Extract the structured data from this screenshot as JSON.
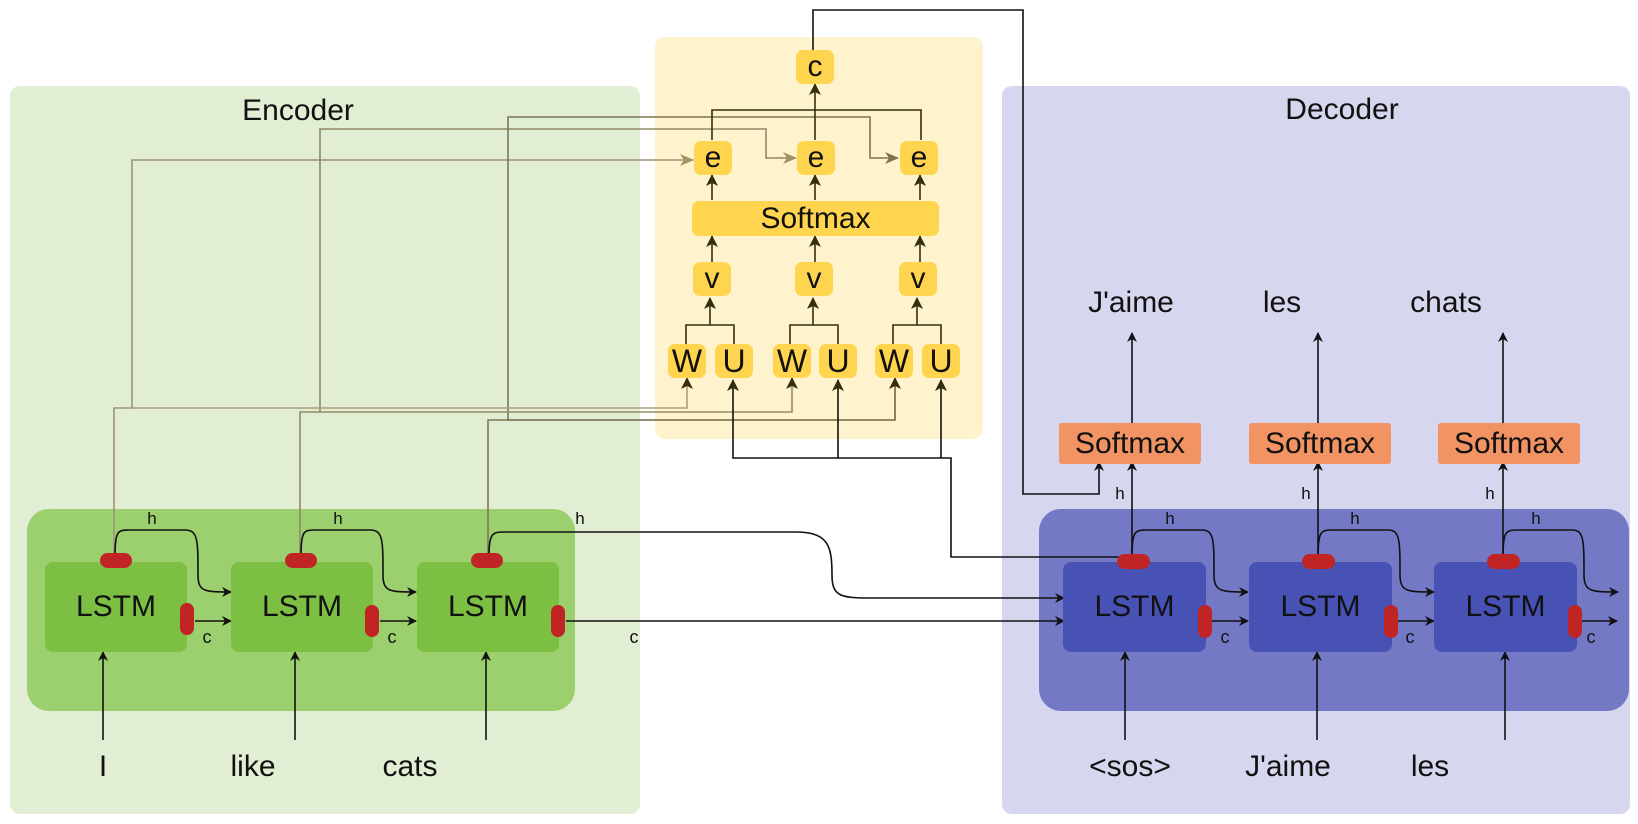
{
  "colors": {
    "encoder_bg": "#e1eed4",
    "encoder_inner": "#9ccf6d",
    "encoder_cell": "#7cbf43",
    "attention_bg": "#fef3cc",
    "attention_node": "#ffd54f",
    "decoder_bg": "#d6d6ee",
    "decoder_inner": "#7479c6",
    "decoder_cell": "#4852b4",
    "softmax_out": "#f29363",
    "gate": "#c12424"
  },
  "encoder": {
    "title": "Encoder",
    "cells": [
      {
        "label": "LSTM",
        "input": "I",
        "h_label": "h",
        "c_label": "c"
      },
      {
        "label": "LSTM",
        "input": "like",
        "h_label": "h",
        "c_label": "c"
      },
      {
        "label": "LSTM",
        "input": "cats",
        "h_label": "h",
        "c_label": "c"
      }
    ]
  },
  "attention": {
    "context_label": "c",
    "softmax_label": "Softmax",
    "energies": [
      "e",
      "e",
      "e"
    ],
    "values": [
      "v",
      "v",
      "v"
    ],
    "weights": [
      {
        "w": "W",
        "u": "U"
      },
      {
        "w": "W",
        "u": "U"
      },
      {
        "w": "W",
        "u": "U"
      }
    ]
  },
  "decoder": {
    "title": "Decoder",
    "cells": [
      {
        "label": "LSTM",
        "input": "<sos>",
        "output": "J'aime",
        "softmax": "Softmax",
        "h_label": "h",
        "h_out_label": "h",
        "c_label": "c"
      },
      {
        "label": "LSTM",
        "input": "J'aime",
        "output": "les",
        "softmax": "Softmax",
        "h_label": "h",
        "h_out_label": "h",
        "c_label": "c"
      },
      {
        "label": "LSTM",
        "input": "les",
        "output": "chats",
        "softmax": "Softmax",
        "h_label": "h",
        "h_out_label": "h",
        "c_label": "c"
      }
    ]
  },
  "bridge": {
    "h_label": "h",
    "c_label": "c"
  }
}
